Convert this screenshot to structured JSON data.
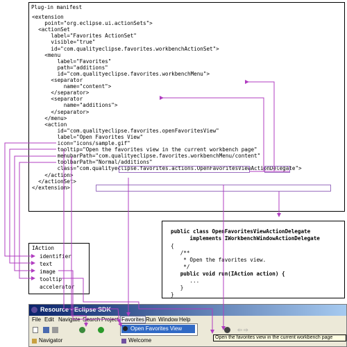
{
  "manifest": {
    "title": "Plug-in manifest",
    "lines": [
      "<extension",
      "    point=\"org.eclipse.ui.actionSets\">",
      "  <actionSet",
      "      label=\"Favorites ActionSet\"",
      "      visible=\"true\"",
      "      id=\"com.qualityeclipse.favorites.workbenchActionSet\">",
      "    <menu",
      "        label=\"Favorites\"",
      "        path=\"additions\"",
      "        id=\"com.qualityeclipse.favorites.workbenchMenu\">",
      "      <separator",
      "          name=\"content\">",
      "      </separator>",
      "      <separator",
      "          name=\"additions\">",
      "      </separator>",
      "    </menu>",
      "    <action",
      "        id=\"com.qualityeclipse.favorites.openFavoritesView\"",
      "        label=\"Open Favorites View\"",
      "        icon=\"icons/sample.gif\"",
      "        tooltip=\"Open the favorites view in the current workbench page\"",
      "        menubarPath=\"com.qualityeclipse.favorites.workbenchMenu/content\"",
      "        toolbarPath=\"Normal/additions\"",
      "        class=\"com.qualityeclipse.favorites.actions.OpenFavoritesViewActionDelegate\">",
      "    </action>",
      "  </actionSet>",
      "</extension>"
    ]
  },
  "iaction": {
    "title": "IAction",
    "items": [
      "identifier",
      "text",
      "image",
      "tooltip",
      "accelerator"
    ]
  },
  "java": {
    "lines": [
      "public class OpenFavoritesViewActionDelegate",
      "      implements IWorkbenchWindowActionDelegate",
      "{",
      "   /**",
      "    * Open the favorites view.",
      "    */",
      "   public void run(IAction action) {",
      "      ...",
      "   }",
      "}"
    ]
  },
  "eclipse": {
    "window_title": "Resource - Eclipse SDK",
    "menu": [
      "File",
      "Edit",
      "Navigate",
      "Search",
      "Project",
      "Favorites",
      "Run",
      "Window",
      "Help"
    ],
    "dropdown_item": "Open Favorites View",
    "tooltip": "Open the favorites view in the current workbench page",
    "tabs": [
      "Navigator",
      "Welcome"
    ]
  },
  "colors": {
    "arrow": "#b03cc0",
    "highlight": "#9a6fc0",
    "titlebar_start": "#0a246a",
    "titlebar_end": "#a6caf0"
  }
}
